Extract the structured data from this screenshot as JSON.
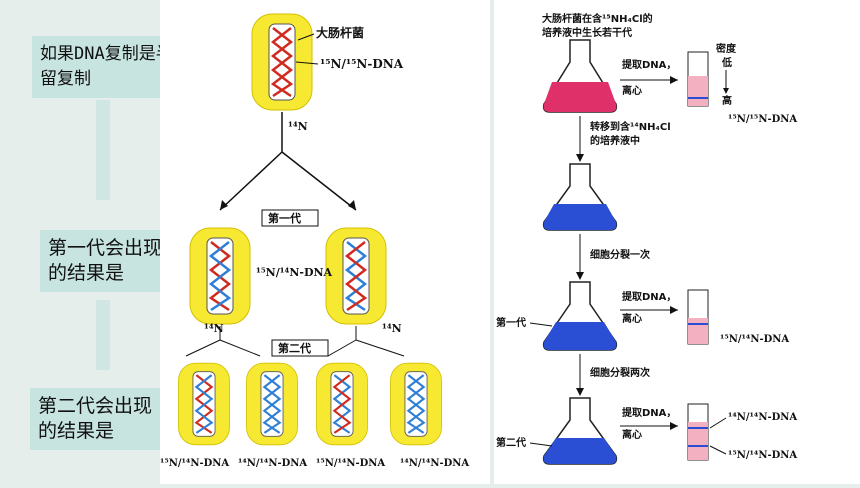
{
  "questions": {
    "q1": "如果DNA复制是半保留复制",
    "q2": "第一代会出现的结果是",
    "q3": "第二代会出现的结果是"
  },
  "left": {
    "ecoli": "大肠杆菌",
    "dna_top": "¹⁵N/¹⁵N-DNA",
    "n14_a": "¹⁴N",
    "gen1": "第一代",
    "dna_gen1": "¹⁵N/¹⁴N-DNA",
    "n14_b": "¹⁴N",
    "n14_c": "¹⁴N",
    "gen2": "第二代",
    "bottom": [
      "¹⁵N/¹⁴N-DNA",
      "¹⁴N/¹⁴N-DNA",
      "¹⁵N/¹⁴N-DNA",
      "¹⁴N/¹⁴N-DNA"
    ]
  },
  "right": {
    "title1": "大肠杆菌在含¹⁵NH₄Cl的",
    "title2": "培养液中生长若干代",
    "extract": "提取DNA，",
    "centrifuge": "离心",
    "density": "密度",
    "low": "低",
    "high": "高",
    "dna1": "¹⁵N/¹⁵N-DNA",
    "transfer1": "转移到含¹⁴NH₄Cl",
    "transfer2": "的培养液中",
    "split1": "细胞分裂一次",
    "gen1": "第一代",
    "dna2": "¹⁵N/¹⁴N-DNA",
    "split2": "细胞分裂两次",
    "gen2": "第二代",
    "dna3a": "¹⁴N/¹⁴N-DNA",
    "dna3b": "¹⁵N/¹⁴N-DNA"
  },
  "colors": {
    "parent": "#d12a1e",
    "new": "#2e7fd6",
    "capsule": "#f7e832",
    "flask_red": "#e0306a",
    "flask_blue": "#2a4fd4"
  }
}
